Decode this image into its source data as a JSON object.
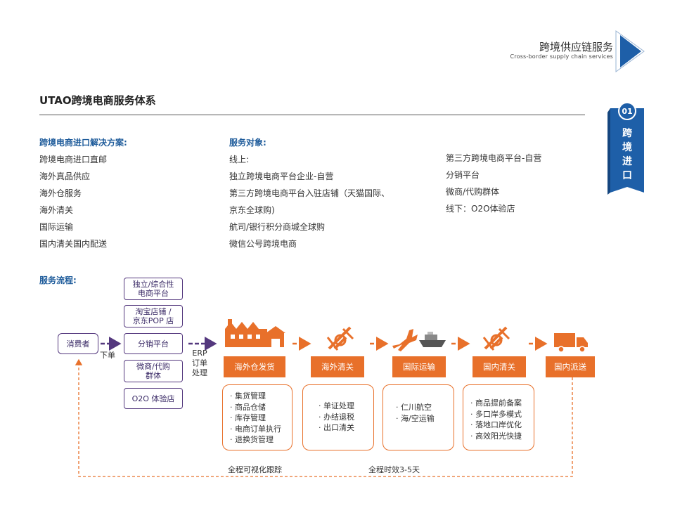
{
  "header": {
    "title": "跨境供应链服务",
    "subtitle": "Cross-border supply chain services"
  },
  "section_title": "UTAO跨境电商服务体系",
  "badge": {
    "number": "01",
    "text": [
      "跨",
      "境",
      "进",
      "口"
    ]
  },
  "solutions": {
    "heading": "跨境电商进口解决方案:",
    "items": [
      "跨境电商进口直邮",
      "海外真品供应",
      "海外仓服务",
      "海外清关",
      "国际运输",
      "国内清关国内配送"
    ]
  },
  "service_targets": {
    "heading": "服务对象:",
    "items": [
      "线上:",
      "独立跨境电商平台企业-自营",
      "第三方跨境电商平台入驻店铺（天猫国际、",
      "京东全球购)",
      "航司/银行积分商城全球购",
      "微信公号跨境电商"
    ]
  },
  "service_targets_right": {
    "items": [
      "第三方跨境电商平台-自营",
      "分销平台",
      "微商/代购群体",
      "线下：O2O体验店"
    ]
  },
  "flow": {
    "heading": "服务流程:",
    "consumer": "消费者",
    "order_label": "下单",
    "channels": [
      {
        "line1": "独立/综合性",
        "line2": "电商平台"
      },
      {
        "line1": "淘宝店铺 /",
        "line2": "京东POP 店"
      },
      {
        "line1": "分销平台",
        "line2": ""
      },
      {
        "line1": "微商/代购",
        "line2": "群体"
      },
      {
        "line1": "O2O 体验店",
        "line2": ""
      }
    ],
    "erp_label": [
      "ERP",
      "订单",
      "处理"
    ],
    "steps": [
      {
        "label": "海外仓发货",
        "icon": "warehouse-icon",
        "details": [
          "· 集货管理",
          "· 商品仓储",
          "· 库存管理",
          "· 电商订单执行",
          "· 退换货管理"
        ]
      },
      {
        "label": "海外清关",
        "icon": "customs-icon",
        "details": [
          "· 单证处理",
          "· 办结退税",
          "· 出口清关"
        ]
      },
      {
        "label": "国际运输",
        "icon": "airplane-ship-icon",
        "details": [
          "· 仁川航空",
          "· 海/空运输"
        ]
      },
      {
        "label": "国内清关",
        "icon": "customs-icon",
        "details": [
          "· 商品提前备案",
          "· 多口岸多模式",
          "· 落地口岸优化",
          "· 高效阳光快捷"
        ]
      },
      {
        "label": "国内派送",
        "icon": "truck-icon",
        "details": []
      }
    ],
    "tracking_label": "全程可视化跟踪",
    "duration_label": "全程时效3-5天"
  },
  "colors": {
    "accent_orange": "#e8702a",
    "accent_purple": "#54387e",
    "heading_blue": "#1f5c9b",
    "badge_blue": "#1e5fa8"
  }
}
